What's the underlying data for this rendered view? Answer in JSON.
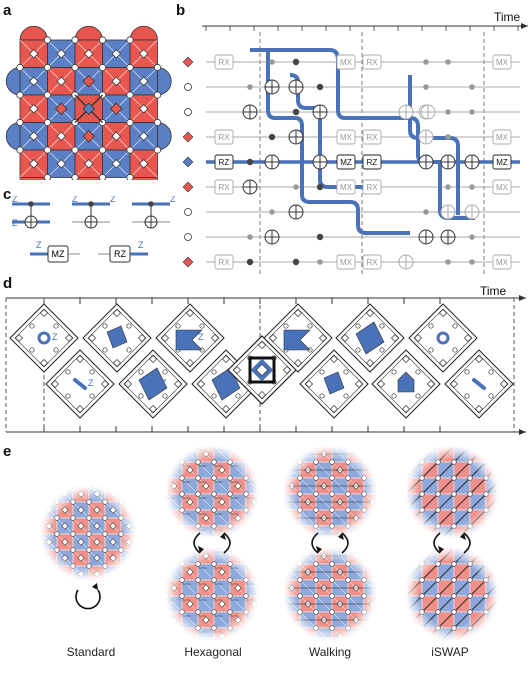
{
  "panels": {
    "a": "a",
    "b": "b",
    "c": "c",
    "d": "d",
    "e": "e"
  },
  "time_label_b": "Time",
  "time_label_d": "Time",
  "gates": {
    "rx": "RX",
    "mx": "MX",
    "rz": "RZ",
    "mz": "MZ",
    "z": "Z"
  },
  "captions": [
    "Standard",
    "Hexagonal",
    "Walking",
    "iSWAP"
  ],
  "colors": {
    "red": "#e8574f",
    "red_light": "#f0908a",
    "blue": "#5a7fc4",
    "blue_light": "#8ea8db",
    "circuit_blue": "#4a72b8",
    "grey": "#9a9a9a",
    "dark": "#333333"
  },
  "row_markers": [
    "red-diamond",
    "white-circle",
    "white-circle",
    "red-diamond",
    "blue-diamond",
    "red-diamond",
    "white-circle",
    "white-circle",
    "red-diamond"
  ]
}
